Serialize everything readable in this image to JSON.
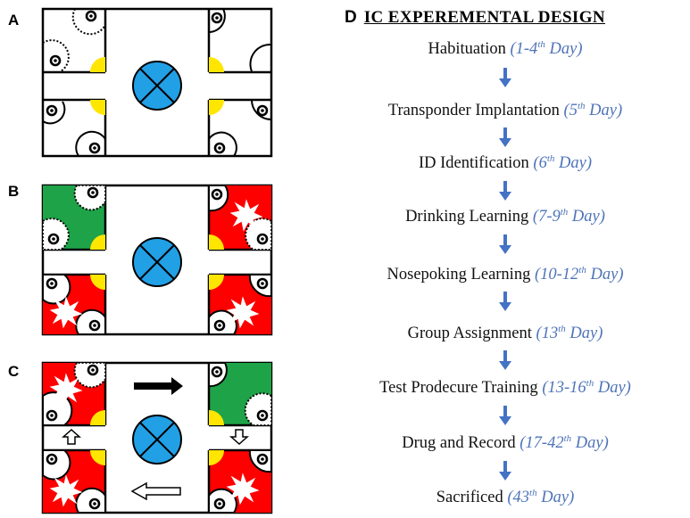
{
  "panels": [
    {
      "label": "A"
    },
    {
      "label": "B"
    },
    {
      "label": "C"
    }
  ],
  "colors": {
    "arrow_blue": "#4472c4",
    "day_text": "#4f74b8",
    "corner_red": "#ff0000",
    "corner_green": "#1ea348",
    "center_blue": "#21a0e6",
    "door_yellow": "#ffe600"
  },
  "design": {
    "letter": "D",
    "title": "IC EXPEREMENTAL DESIGN",
    "steps": [
      {
        "name": "Habituation",
        "day_pre": "1-4",
        "day_sup": "th",
        "day_word": "Day"
      },
      {
        "name": "Transponder Implantation",
        "day_pre": "5",
        "day_sup": "th",
        "day_word": "Day"
      },
      {
        "name": "ID Identification",
        "day_pre": "6",
        "day_sup": "th",
        "day_word": "Day"
      },
      {
        "name": "Drinking Learning",
        "day_pre": "7-9",
        "day_sup": "th",
        "day_word": "Day"
      },
      {
        "name": "Nosepoking Learning",
        "day_pre": "10-12",
        "day_sup": "th",
        "day_word": "Day"
      },
      {
        "name": "Group Assignment",
        "day_pre": "13",
        "day_sup": "th",
        "day_word": "Day"
      },
      {
        "name": "Test Prodecure Training",
        "day_pre": "13-16",
        "day_sup": "th",
        "day_word": "Day"
      },
      {
        "name": "Drug and Record",
        "day_pre": "17-42",
        "day_sup": "th",
        "day_word": "Day"
      },
      {
        "name": "Sacrificed",
        "day_pre": "43",
        "day_sup": "th",
        "day_word": "Day"
      }
    ]
  }
}
